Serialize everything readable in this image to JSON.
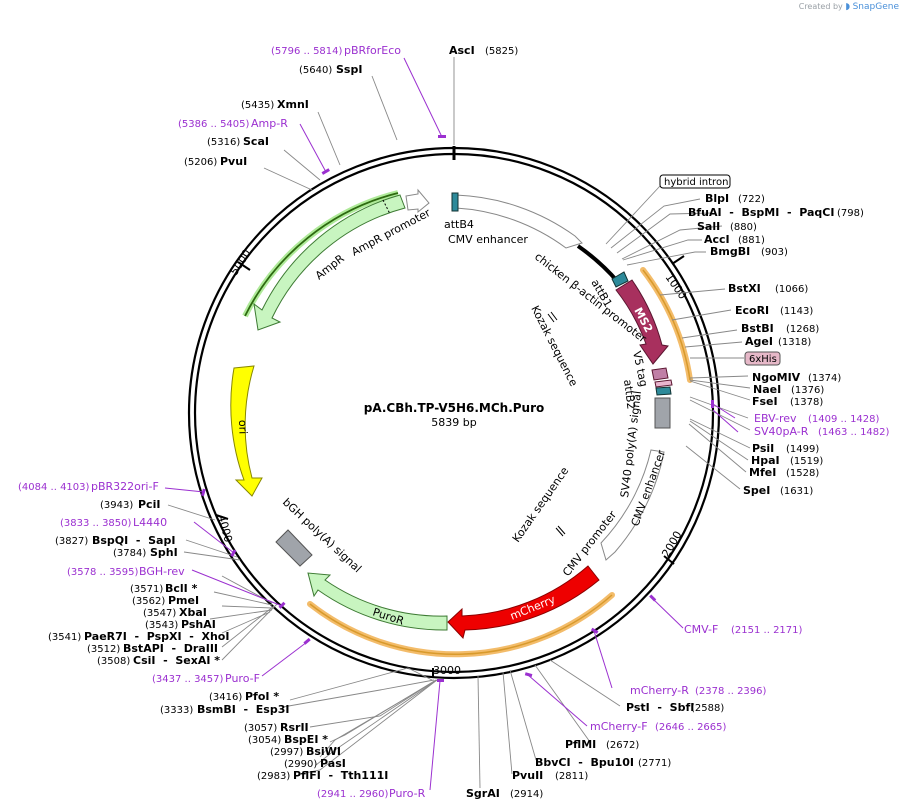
{
  "credit": {
    "prefix": "Created by",
    "brand": "SnapGene"
  },
  "plasmid": {
    "name": "pA.CBh.TP-V5H6.MCh.Puro",
    "length": "5839 bp"
  },
  "ticks": [
    "1000",
    "2000",
    "3000",
    "4000",
    "5000"
  ],
  "enzymes": [
    {
      "name": "AscI",
      "pos": "(5825)"
    },
    {
      "name": "SspI",
      "pos": "(5640)"
    },
    {
      "name": "XmnI",
      "pos": "(5435)"
    },
    {
      "name": "ScaI",
      "pos": "(5316)"
    },
    {
      "name": "PvuI",
      "pos": "(5206)"
    },
    {
      "name": "BlpI",
      "pos": "(722)"
    },
    {
      "name": "BfuAI  -  BspMI  -  PaqCI",
      "pos": "(798)"
    },
    {
      "name": "SalI",
      "pos": "(880)"
    },
    {
      "name": "AccI",
      "pos": "(881)"
    },
    {
      "name": "BmgBI",
      "pos": "(903)"
    },
    {
      "name": "BstXI",
      "pos": "(1066)"
    },
    {
      "name": "EcoRI",
      "pos": "(1143)"
    },
    {
      "name": "BstBI",
      "pos": "(1268)"
    },
    {
      "name": "AgeI",
      "pos": "(1318)"
    },
    {
      "name": "NgoMIV",
      "pos": "(1374)"
    },
    {
      "name": "NaeI",
      "pos": "(1376)"
    },
    {
      "name": "FseI",
      "pos": "(1378)"
    },
    {
      "name": "PsiI",
      "pos": "(1499)"
    },
    {
      "name": "HpaI",
      "pos": "(1519)"
    },
    {
      "name": "MfeI",
      "pos": "(1528)"
    },
    {
      "name": "SpeI",
      "pos": "(1631)"
    },
    {
      "name": "PstI  -  SbfI",
      "pos": "(2588)"
    },
    {
      "name": "PflMI",
      "pos": "(2672)"
    },
    {
      "name": "BbvCI  -  Bpu10I",
      "pos": "(2771)"
    },
    {
      "name": "PvuII",
      "pos": "(2811)"
    },
    {
      "name": "SgrAI",
      "pos": "(2914)"
    },
    {
      "name": "PciI",
      "pos": "(3943)"
    },
    {
      "name": "BspQI  -  SapI",
      "pos": "(3827)"
    },
    {
      "name": "SphI",
      "pos": "(3784)"
    },
    {
      "name": "BclI *",
      "pos": "(3571)"
    },
    {
      "name": "PmeI",
      "pos": "(3562)"
    },
    {
      "name": "XbaI",
      "pos": "(3547)"
    },
    {
      "name": "PshAI",
      "pos": "(3543)"
    },
    {
      "name": "PaeR7I  -  PspXI  -  XhoI",
      "pos": "(3541)"
    },
    {
      "name": "BstAPI  -  DraIII",
      "pos": "(3512)"
    },
    {
      "name": "CsiI  -  SexAI *",
      "pos": "(3508)"
    },
    {
      "name": "PfoI *",
      "pos": "(3416)"
    },
    {
      "name": "BsmBI  -  Esp3I",
      "pos": "(3333)"
    },
    {
      "name": "RsrII",
      "pos": "(3057)"
    },
    {
      "name": "BspEI *",
      "pos": "(3054)"
    },
    {
      "name": "BsiWI",
      "pos": "(2997)"
    },
    {
      "name": "PasI",
      "pos": "(2990)"
    },
    {
      "name": "PflFI  -  Tth111I",
      "pos": "(2983)"
    }
  ],
  "primers": [
    {
      "name": "pBRforEco",
      "pos": "(5796 .. 5814)"
    },
    {
      "name": "Amp-R",
      "pos": "(5386 .. 5405)"
    },
    {
      "name": "EBV-rev",
      "pos": "(1409 .. 1428)"
    },
    {
      "name": "SV40pA-R",
      "pos": "(1463 .. 1482)"
    },
    {
      "name": "CMV-F",
      "pos": "(2151 .. 2171)"
    },
    {
      "name": "mCherry-R",
      "pos": "(2378 .. 2396)"
    },
    {
      "name": "mCherry-F",
      "pos": "(2646 .. 2665)"
    },
    {
      "name": "Puro-R",
      "pos": "(2941 .. 2960)"
    },
    {
      "name": "pBR322ori-F",
      "pos": "(4084 .. 4103)"
    },
    {
      "name": "L4440",
      "pos": "(3833 .. 3850)"
    },
    {
      "name": "BGH-rev",
      "pos": "(3578 .. 3595)"
    },
    {
      "name": "Puro-F",
      "pos": "(3437 .. 3457)"
    }
  ],
  "boxed": {
    "hybrid_intron": "hybrid intron",
    "his": "6xHis"
  },
  "features": {
    "attB4": "attB4",
    "cmv_enhancer_1": "CMV enhancer",
    "cba_promoter": "chicken β-actin promoter",
    "attB1": "attB1",
    "ms2": "MS2",
    "kozak_1": "Kozak sequence",
    "v5": "V5 tag",
    "attB2": "attB2",
    "sv40": "SV40 poly(A) signal",
    "cmv_enhancer_2": "CMV enhancer",
    "cmv_promoter": "CMV promoter",
    "kozak_2": "Kozak sequence",
    "mcherry": "mCherry",
    "puror": "PuroR",
    "bgh": "bGH poly(A) signal",
    "ori": "ori",
    "ampr": "AmpR",
    "ampr_promoter": "AmpR promoter"
  },
  "colors": {
    "ring": "#000000",
    "ampr": "#c8f5c0",
    "ori": "#ffff00",
    "mcherry": "#ee0000",
    "ms2": "#a8305e",
    "primer": "#9b30d0",
    "orf_highlight": "#f2b55a",
    "polyA": "#a0a4aa",
    "attb": "#2d8a9a"
  }
}
